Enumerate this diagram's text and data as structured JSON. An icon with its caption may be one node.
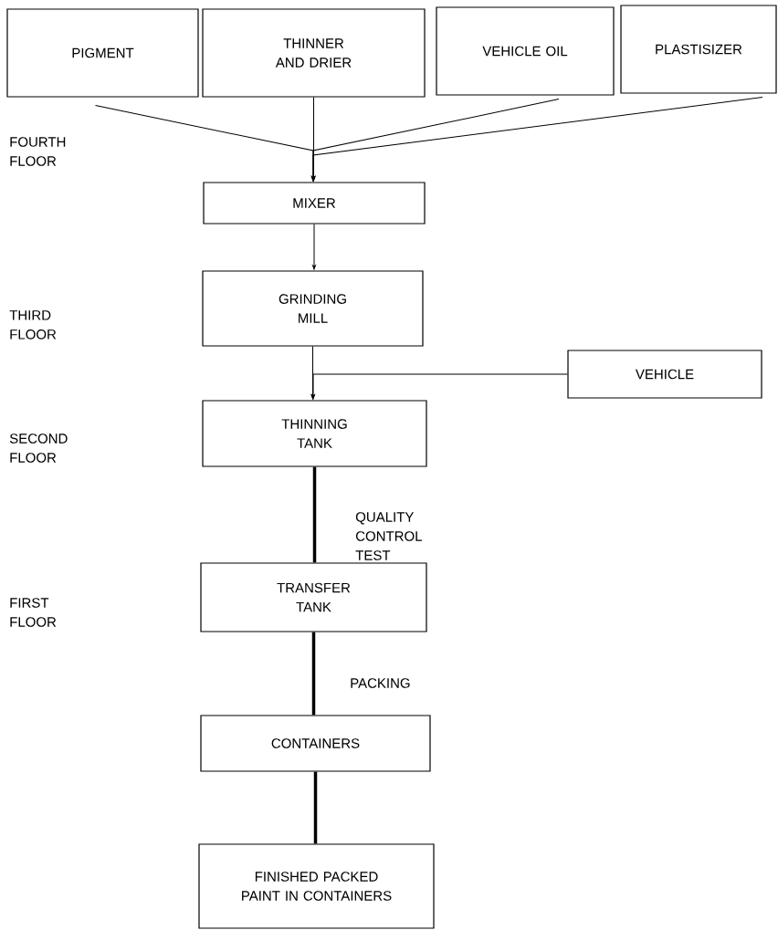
{
  "diagram": {
    "nodes": [
      {
        "text": [
          "PIGMENT"
        ]
      },
      {
        "text": [
          "THINNER AND DRIER"
        ]
      },
      {
        "text": [
          "VEHICLE OIL"
        ]
      },
      {
        "text": [
          "PLASTISIZER"
        ]
      },
      {
        "text": [
          "MIXER"
        ]
      },
      {
        "text": [
          "GRINDING MILL"
        ]
      },
      {
        "text": [
          "VEHICLE"
        ]
      },
      {
        "text": [
          "THINNING TANK"
        ]
      },
      {
        "text": [
          "TRANSFER TANK"
        ]
      },
      {
        "text": [
          "CONTAINERS"
        ]
      },
      {
        "text": [
          "FINISHED PACKED PAINT IN CONTAINERS"
        ]
      }
    ],
    "edges": [
      {
        "from": 0,
        "to": 4,
        "arrow": "to"
      },
      {
        "from": 1,
        "to": 4,
        "arrow": "to"
      },
      {
        "from": 2,
        "to": 4,
        "arrow": "to"
      },
      {
        "from": 3,
        "to": 4,
        "arrow": "to"
      },
      {
        "from": 4,
        "to": 5,
        "arrow": "to"
      },
      {
        "from": 5,
        "to": 7,
        "arrow": "to"
      },
      {
        "from": 6,
        "to": 7,
        "arrow": "to"
      },
      {
        "from": 7,
        "to": 8,
        "arrow": "none",
        "label": "QUALITY CONTROL TEST",
        "style": "thick"
      },
      {
        "from": 8,
        "to": 9,
        "arrow": "none",
        "label": "PACKING",
        "style": "thick"
      },
      {
        "from": 9,
        "to": 10,
        "arrow": "none",
        "style": "thick"
      }
    ],
    "labels": [
      "FOURTH FLOOR",
      "THIRD FLOOR",
      "SECOND FLOOR",
      "FIRST FLOOR"
    ]
  }
}
